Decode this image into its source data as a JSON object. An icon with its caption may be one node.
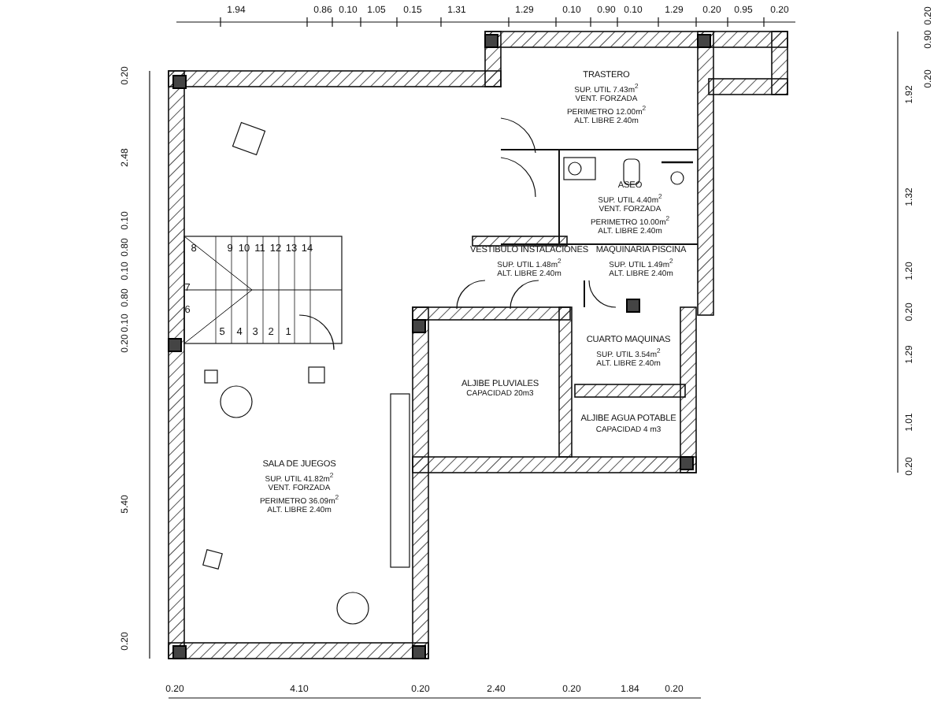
{
  "diagram": {
    "nodes": [
      {
        "text": [
          "TRASTERO",
          "SUP. UTIL 7.43m$^{2}$",
          "VENT. FORZADA",
          "PERIMETRO 12.00m$^{2}$",
          "ALT. LIBRE 2.40m"
        ]
      },
      {
        "text": [
          "ASEO",
          "SUP. UTIL 4.40m$^{2}$",
          "VENT. FORZADA",
          "PERIMETRO 10.00m$^{2}$",
          "ALT. LIBRE 2.40m"
        ]
      },
      {
        "text": [
          "VESTIBULO INSTALACIONES",
          "SUP. UTIL 1.48m$^{2}$",
          "ALT. LIBRE 2.40m"
        ]
      },
      {
        "text": [
          "MAQUINARIA PISCINA",
          "SUP. UTIL 1.49m$^{2}$",
          "ALT. LIBRE 2.40m"
        ]
      },
      {
        "text": [
          "ALJIBE PLUVIALES",
          "CAPACIDAD 20m3"
        ]
      },
      {
        "text": [
          "CUARTO MAQUINAS",
          "SUP. UTIL 3.54m$^{2}$",
          "ALT. LIBRE 2.40m"
        ]
      },
      {
        "text": [
          "ALJIBE AGUA POTABLE",
          "CAPACIDAD 4 m3"
        ]
      },
      {
        "text": [
          "SALA DE JUEGOS",
          "SUP. UTIL 41.82m$^{2}$",
          "VENT. FORZADA",
          "PERIMETRO 36.09m$^{2}$",
          "ALT. LIBRE 2.40m"
        ]
      }
    ],
    "labels": [
      "1.94",
      "0.86",
      "0.10",
      "1.05",
      "0.15",
      "1.31",
      "1.29",
      "0.10",
      "0.90",
      "0.10",
      "1.29",
      "0.20",
      "0.95",
      "0.20",
      "0.20",
      "2.48",
      "0.10",
      "0.80",
      "0.10",
      "0.80",
      "0.10",
      "0.20",
      "5.40",
      "0.20",
      "0.20",
      "0.90",
      "0.20",
      "1.92",
      "1.32",
      "1.20",
      "0.20",
      "1.29",
      "1.01",
      "0.20",
      "8",
      "9",
      "10",
      "11",
      "12",
      "13",
      "14",
      "7",
      "6",
      "5",
      "4",
      "3",
      "2",
      "1",
      "0.20",
      "4.10",
      "0.20",
      "2.40",
      "0.20",
      "1.84",
      "0.20"
    ]
  }
}
